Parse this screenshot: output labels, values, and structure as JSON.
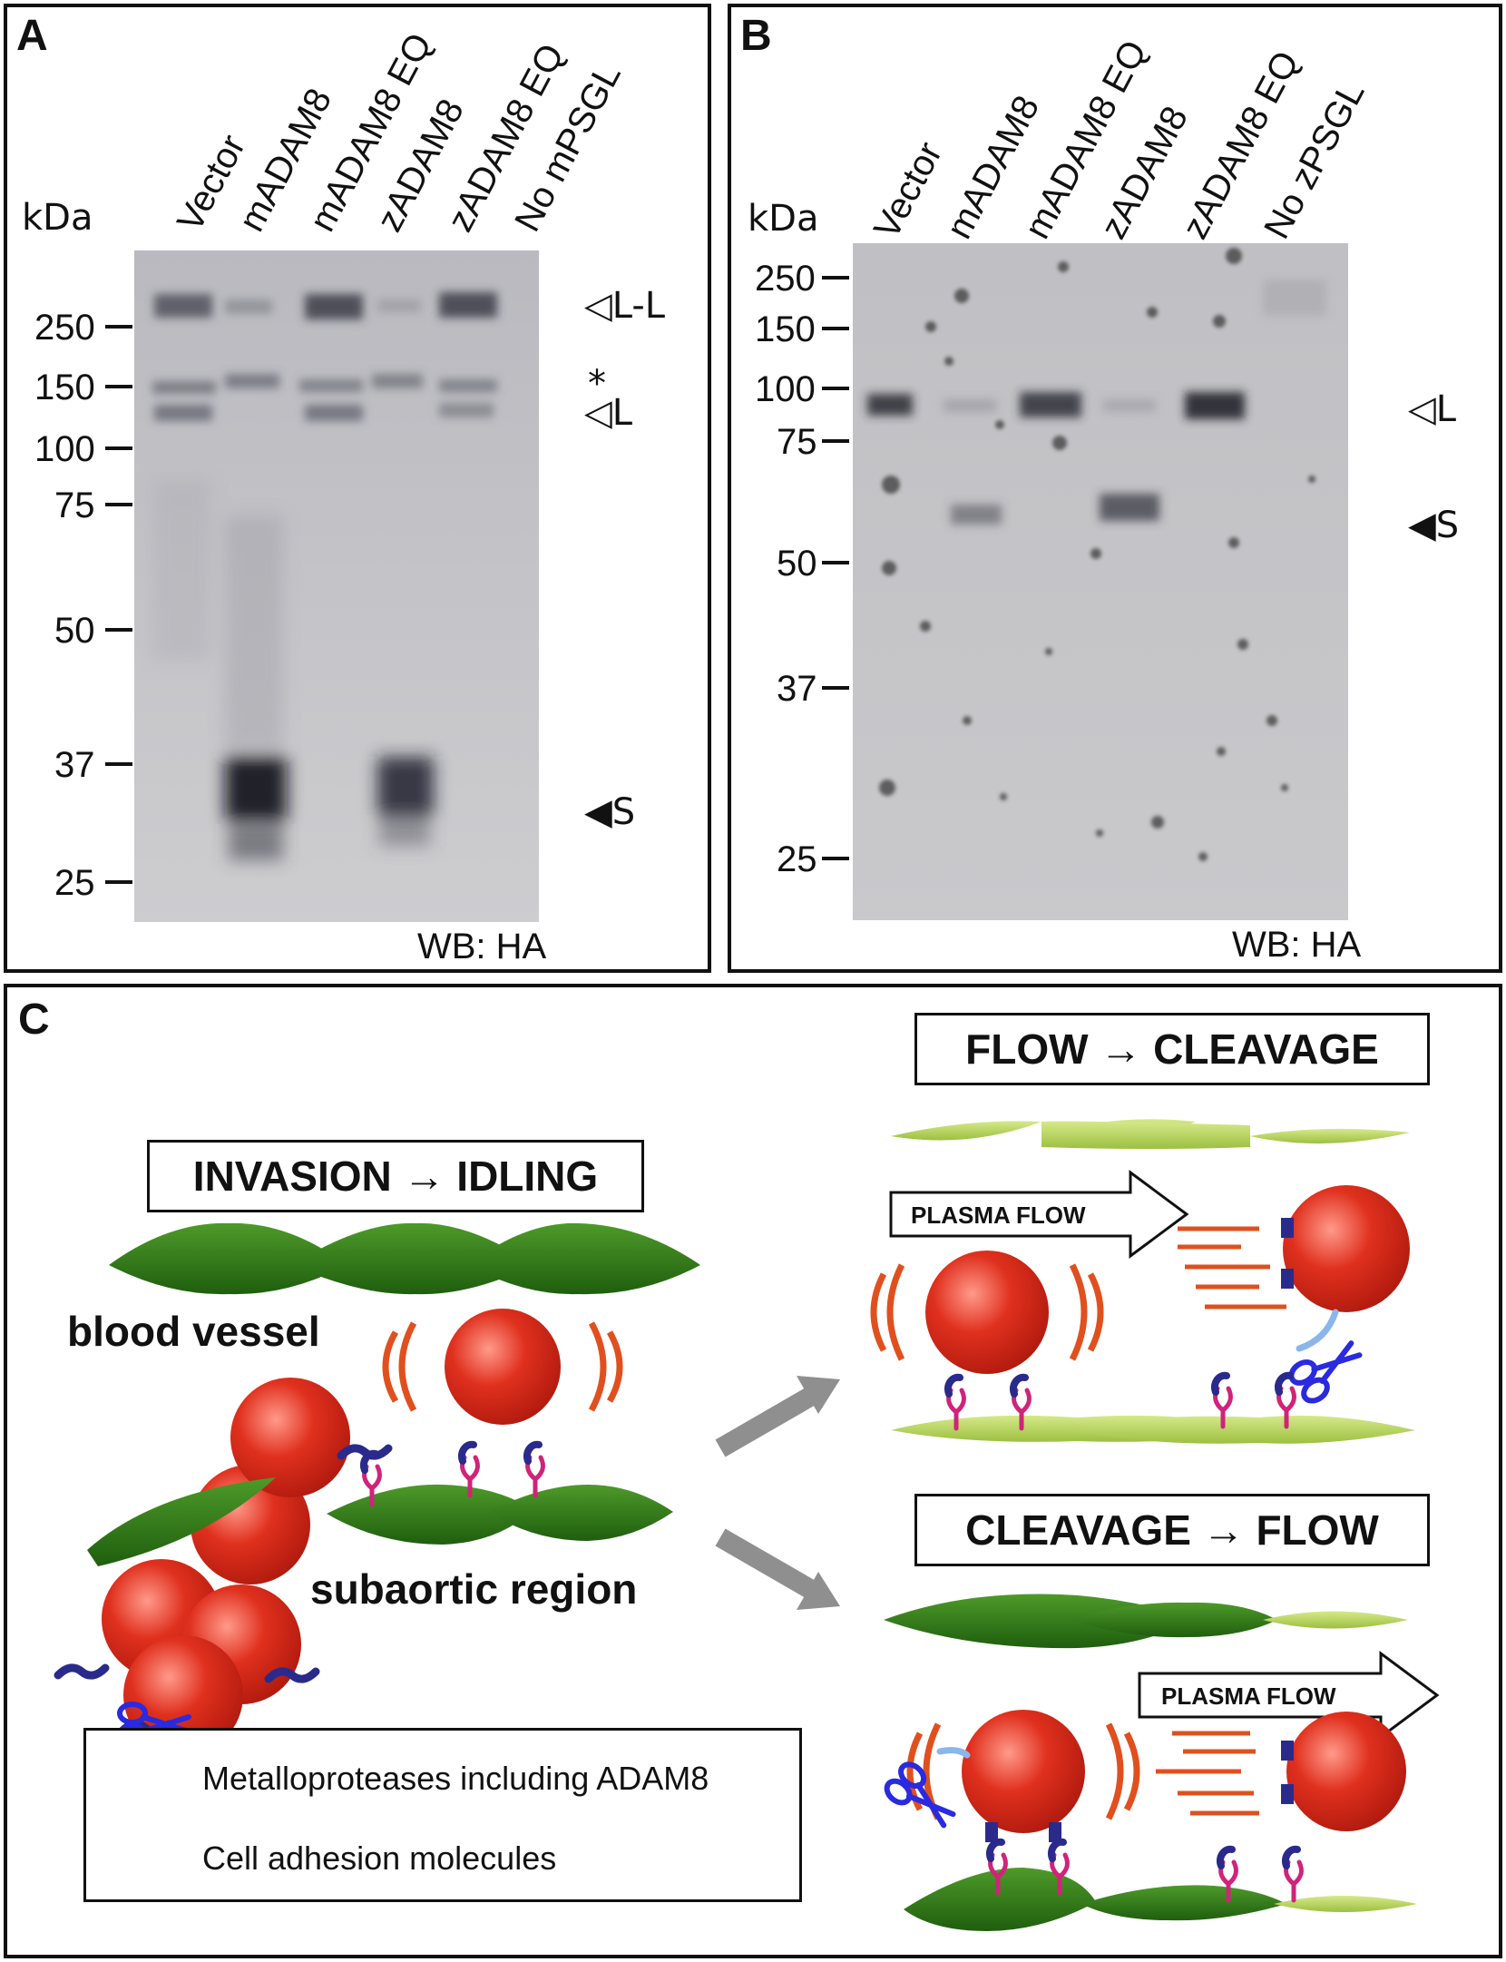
{
  "panel_a": {
    "label": "A",
    "kda_label": "kDa",
    "lanes": [
      "Vector",
      "mADAM8",
      "mADAM8 EQ",
      "zADAM8",
      "zADAM8 EQ",
      "No mPSGL"
    ],
    "mw_markers": [
      "250",
      "150",
      "100",
      "75",
      "50",
      "37",
      "25"
    ],
    "band_markers": [
      "◁L-L",
      "*",
      "◁L",
      "◀S"
    ],
    "blot_label": "WB: HA"
  },
  "panel_b": {
    "label": "B",
    "kda_label": "kDa",
    "lanes": [
      "Vector",
      "mADAM8",
      "mADAM8 EQ",
      "zADAM8",
      "zADAM8 EQ",
      "No zPSGL"
    ],
    "mw_markers": [
      "250",
      "150",
      "100",
      "75",
      "50",
      "37",
      "25"
    ],
    "band_markers": [
      "◁L",
      "◀S"
    ],
    "blot_label": "WB: HA"
  },
  "panel_c": {
    "label": "C",
    "invasion_title": "INVASION → IDLING",
    "blood_vessel_label": "blood vessel",
    "subaortic_label": "subaortic region",
    "flow_cleavage_title": "FLOW → CLEAVAGE",
    "cleavage_flow_title": "CLEAVAGE → FLOW",
    "plasma_flow_label": "PLASMA FLOW",
    "legend": {
      "scissors_text": "Metalloproteases including ADAM8",
      "adhesion_text": "Cell adhesion molecules",
      "scissors_icon": "scissors-icon",
      "adhesion_icon": "adhesion-molecule-icon"
    },
    "colors": {
      "cell_red": "#e0301e",
      "vessel_dark_green": "#2f7d1a",
      "vessel_light_green": "#b7d45a",
      "adhesion_blue": "#2a2a8c",
      "adhesion_magenta": "#d0237a",
      "scissors_blue": "#2a2ae0",
      "motion_orange": "#e0501e",
      "arrow_gray": "#8f8f8f"
    }
  }
}
